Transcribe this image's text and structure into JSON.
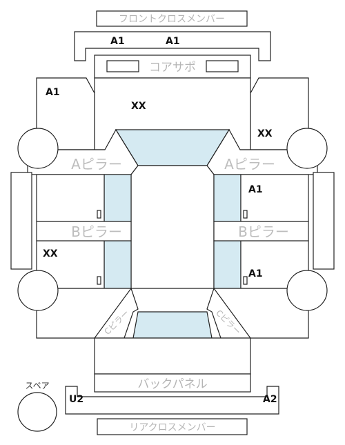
{
  "labels": {
    "front_cross_member": "フロントクロスメンバー",
    "core_support": "コアサポ",
    "a_pillar_left": "Aピラー",
    "a_pillar_right": "Aピラー",
    "b_pillar_left": "Bピラー",
    "b_pillar_right": "Bピラー",
    "back_panel": "バックパネル",
    "rear_cross_member": "リアクロスメンバー",
    "spare": "スペア",
    "pillar_c_left": "Cピラー",
    "pillar_c_right": "Cピラー"
  },
  "codes": {
    "front_member_left": "A1",
    "front_member_right": "A1",
    "front_left_fender": "A1",
    "hood": "XX",
    "front_right_fender": "XX",
    "front_right_door": "A1",
    "rear_left_door": "XX",
    "rear_right_door": "A1",
    "rear_member_left": "U2",
    "rear_member_right": "A2"
  },
  "colors": {
    "glass": "#d5eaf2",
    "outline": "#222222",
    "gray_label": "#b5b5b5",
    "code_text": "#111111"
  }
}
